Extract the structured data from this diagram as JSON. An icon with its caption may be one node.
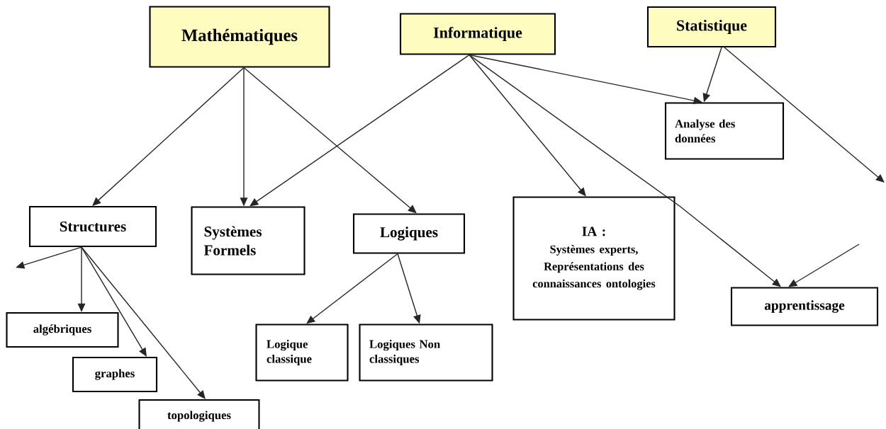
{
  "diagram": {
    "nodes": [
      {
        "text": [
          "Mathématiques"
        ]
      },
      {
        "text": [
          "Informatique"
        ]
      },
      {
        "text": [
          "Statistique"
        ]
      },
      {
        "text": [
          "Analyse des données"
        ]
      },
      {
        "text": [
          "Structures"
        ]
      },
      {
        "text": [
          "Systèmes Formels"
        ]
      },
      {
        "text": [
          "Logiques"
        ]
      },
      {
        "text": [
          "IA :",
          "Systèmes experts, Représentations des connaissances ontologies"
        ]
      },
      {
        "text": [
          "apprentissage"
        ]
      },
      {
        "text": [
          "algébriques"
        ]
      },
      {
        "text": [
          "graphes"
        ]
      },
      {
        "text": [
          "topologiques"
        ]
      },
      {
        "text": [
          "Logique classique"
        ]
      },
      {
        "text": [
          "Logiques Non classiques"
        ]
      }
    ],
    "edges": [
      {
        "from": 0,
        "to": 4,
        "arrow": "to"
      },
      {
        "from": 0,
        "to": 5,
        "arrow": "to"
      },
      {
        "from": 0,
        "to": 6,
        "arrow": "to"
      },
      {
        "from": 1,
        "to": 5,
        "arrow": "to"
      },
      {
        "from": 1,
        "to": 7,
        "arrow": "to"
      },
      {
        "from": 1,
        "to": 8,
        "arrow": "to"
      },
      {
        "from": 1,
        "to": 3,
        "arrow": "to"
      },
      {
        "from": 2,
        "to": 3,
        "arrow": "to"
      },
      {
        "from": 2,
        "to": null,
        "arrow": "to"
      },
      {
        "from": 4,
        "to": null,
        "arrow": "to"
      },
      {
        "from": 4,
        "to": 9,
        "arrow": "to"
      },
      {
        "from": 4,
        "to": 10,
        "arrow": "to"
      },
      {
        "from": 4,
        "to": 11,
        "arrow": "to"
      },
      {
        "from": 6,
        "to": 12,
        "arrow": "to"
      },
      {
        "from": 6,
        "to": 13,
        "arrow": "to"
      },
      {
        "from": null,
        "to": 8,
        "arrow": "to"
      }
    ]
  }
}
